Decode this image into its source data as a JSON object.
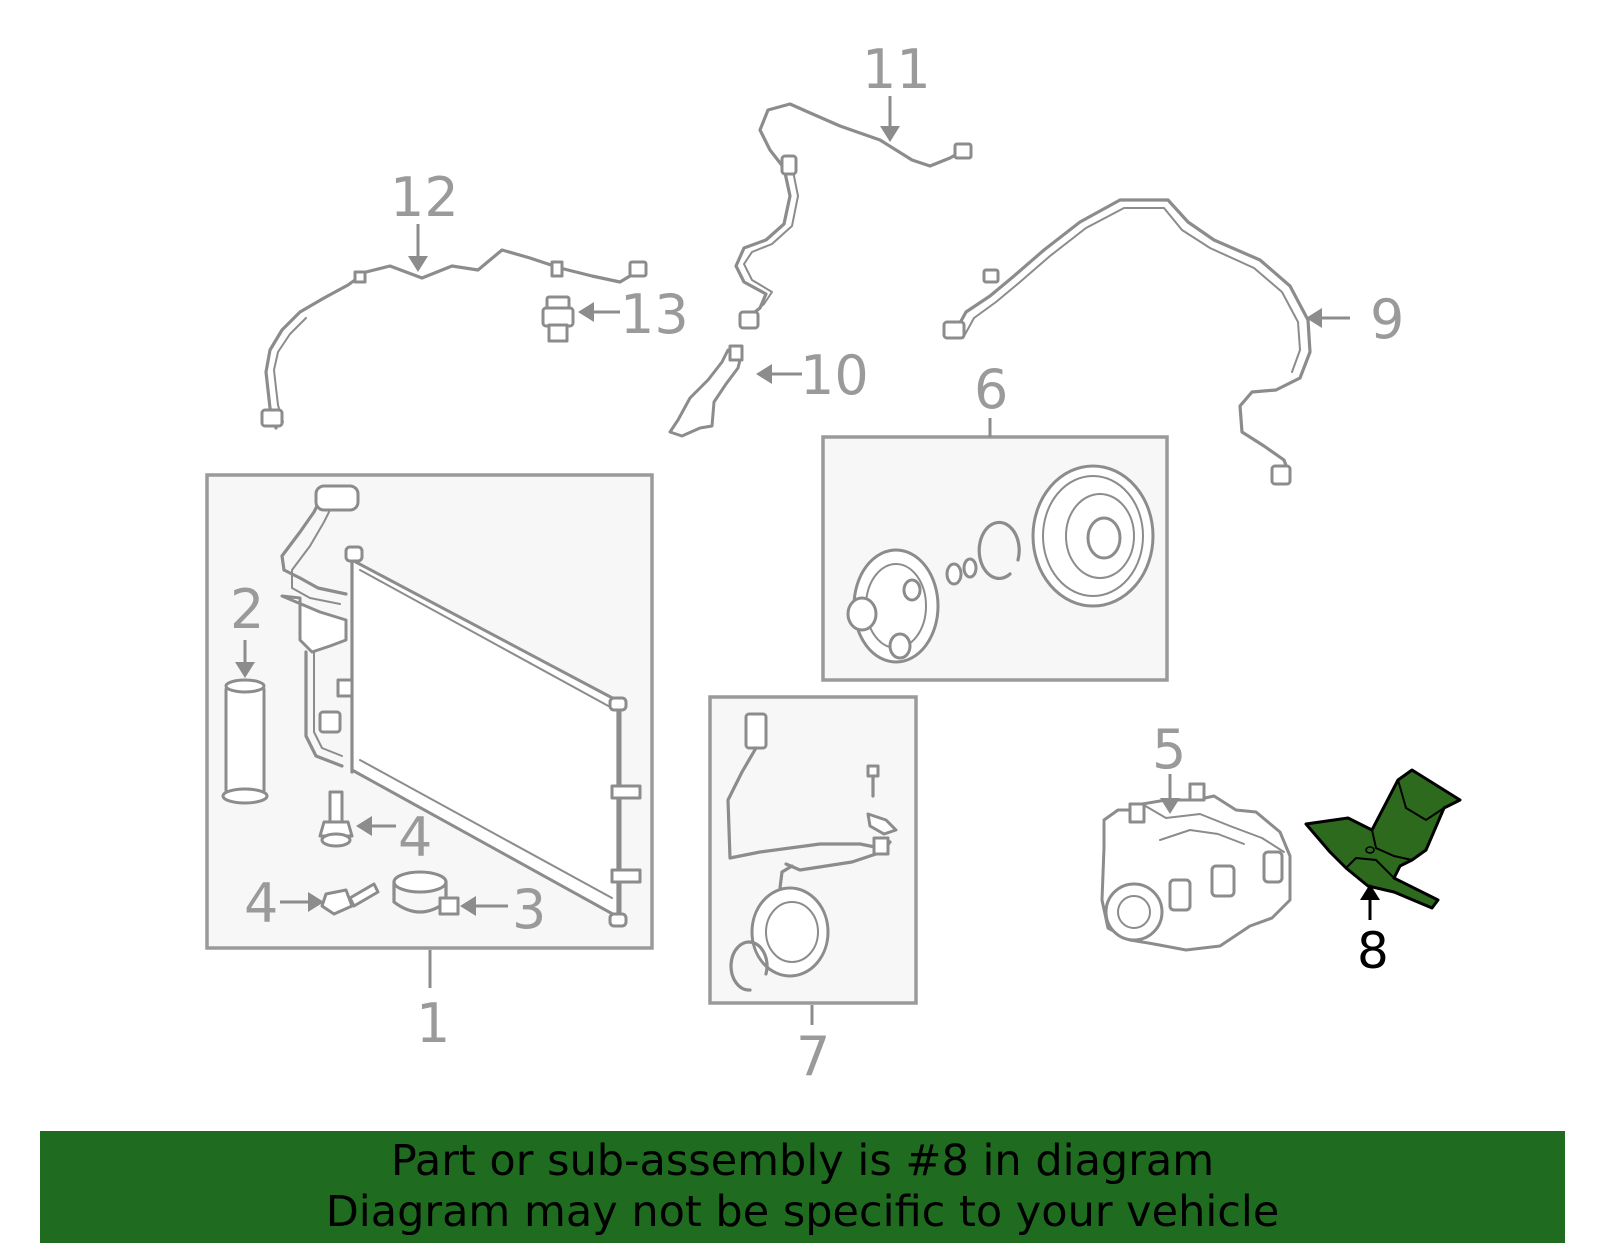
{
  "colors": {
    "banner_bg": "#1f6b1f",
    "highlight_part": "#2e6a1e",
    "line": "#8c8c8c",
    "callout_text": "#9a9a9a",
    "highlight_text": "#000000"
  },
  "callouts": {
    "c1": "1",
    "c2": "2",
    "c3": "3",
    "c4a": "4",
    "c4b": "4",
    "c5": "5",
    "c6": "6",
    "c7": "7",
    "c8": "8",
    "c9": "9",
    "c10": "10",
    "c11": "11",
    "c12": "12",
    "c13": "13"
  },
  "highlighted_part": "8",
  "banner": {
    "line1": "Part or sub-assembly is #8 in diagram",
    "line2": "Diagram may not be specific to your vehicle"
  }
}
